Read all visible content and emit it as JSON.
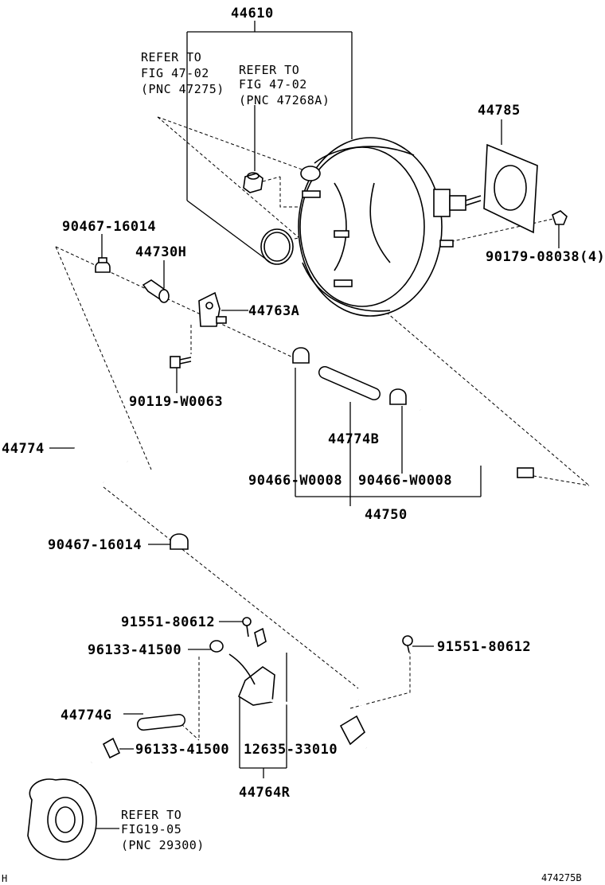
{
  "labels": {
    "p44610": "44610",
    "ref_a_1": "REFER TO",
    "ref_a_2": "FIG 47-02",
    "ref_a_3": "(PNC 47275)",
    "ref_b_1": "REFER TO",
    "ref_b_2": "FIG 47-02",
    "ref_b_3": "(PNC 47268A)",
    "p44785": "44785",
    "p90467_top": "90467-16014",
    "p44730H": "44730H",
    "p44763A": "44763A",
    "p90179": "90179-08038(4)",
    "p90119": "90119-W0063",
    "p44774": "44774",
    "p44774B": "44774B",
    "p90466_a": "90466-W0008",
    "p90466_b": "90466-W0008",
    "p44750": "44750",
    "p90467_mid": "90467-16014",
    "p91551_a": "91551-80612",
    "p96133_a": "96133-41500",
    "p91551_b": "91551-80612",
    "p44774G": "44774G",
    "p96133_b": "96133-41500",
    "p12635": "12635-33010",
    "p44764R": "44764R",
    "ref_c_1": "REFER TO",
    "ref_c_2": "FIG19-05",
    "ref_c_3": "(PNC 29300)",
    "corner_left": "H",
    "corner_right": "474275B"
  },
  "colors": {
    "ink": "#000000",
    "paper": "#ffffff"
  }
}
